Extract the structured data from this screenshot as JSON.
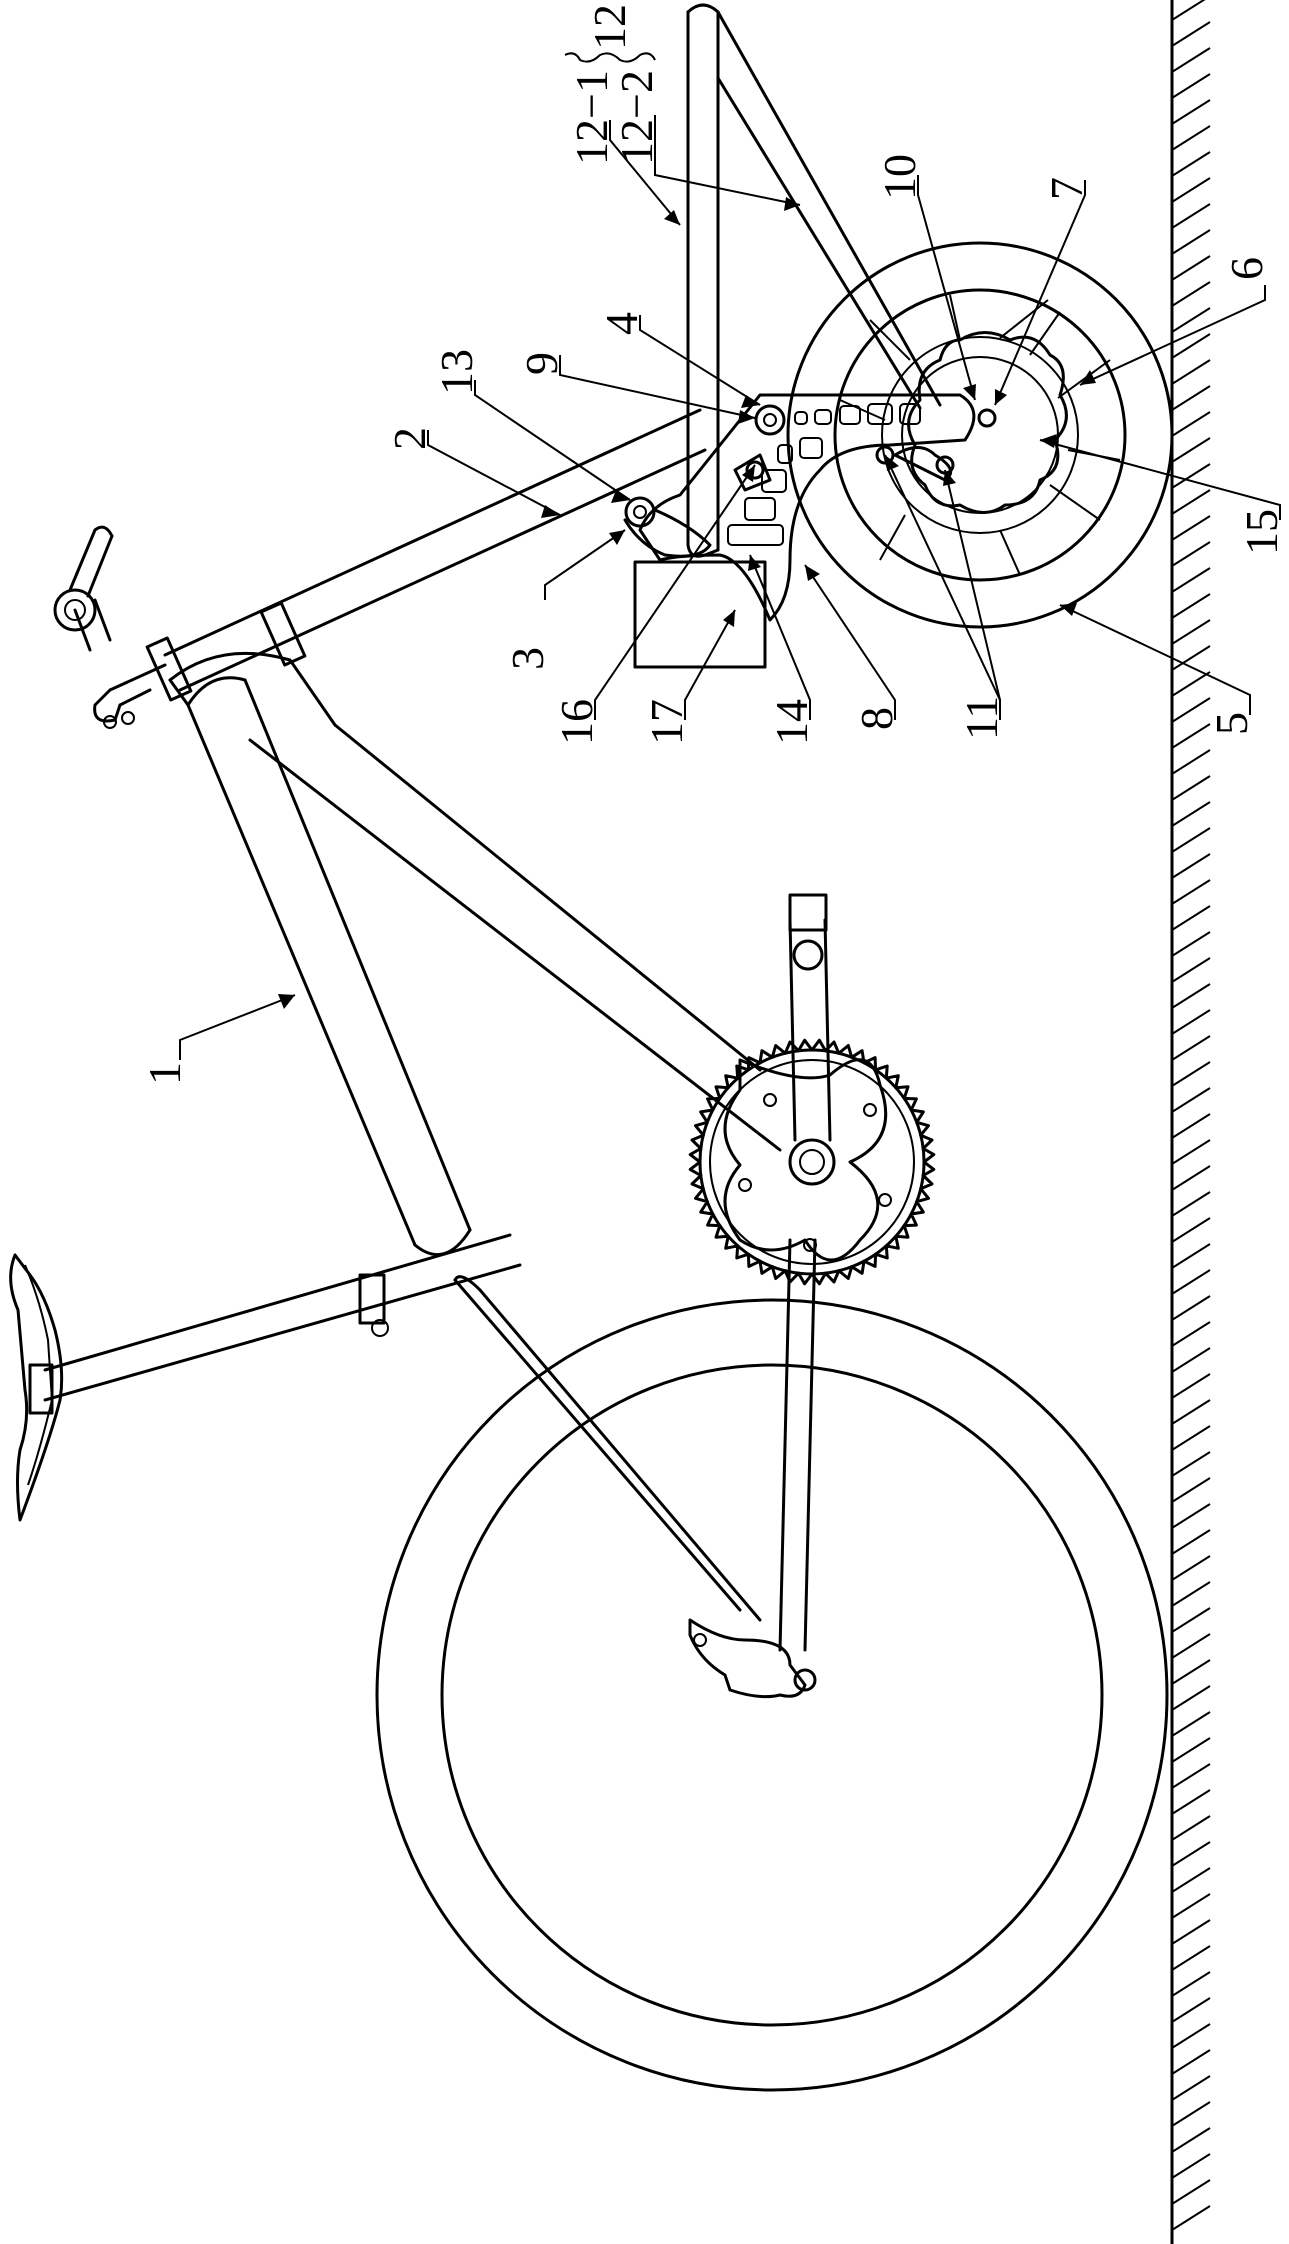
{
  "figure": {
    "labels": {
      "l1": "1",
      "l2": "2",
      "l3": "3",
      "l4": "4",
      "l5": "5",
      "l6": "6",
      "l7": "7",
      "l8": "8",
      "l9": "9",
      "l10": "10",
      "l11": "11",
      "l12": "12",
      "l12_1": "12−1",
      "l12_2": "12−2",
      "l13": "13",
      "l14": "14",
      "l15": "15",
      "l16": "16",
      "l17": "17"
    }
  }
}
